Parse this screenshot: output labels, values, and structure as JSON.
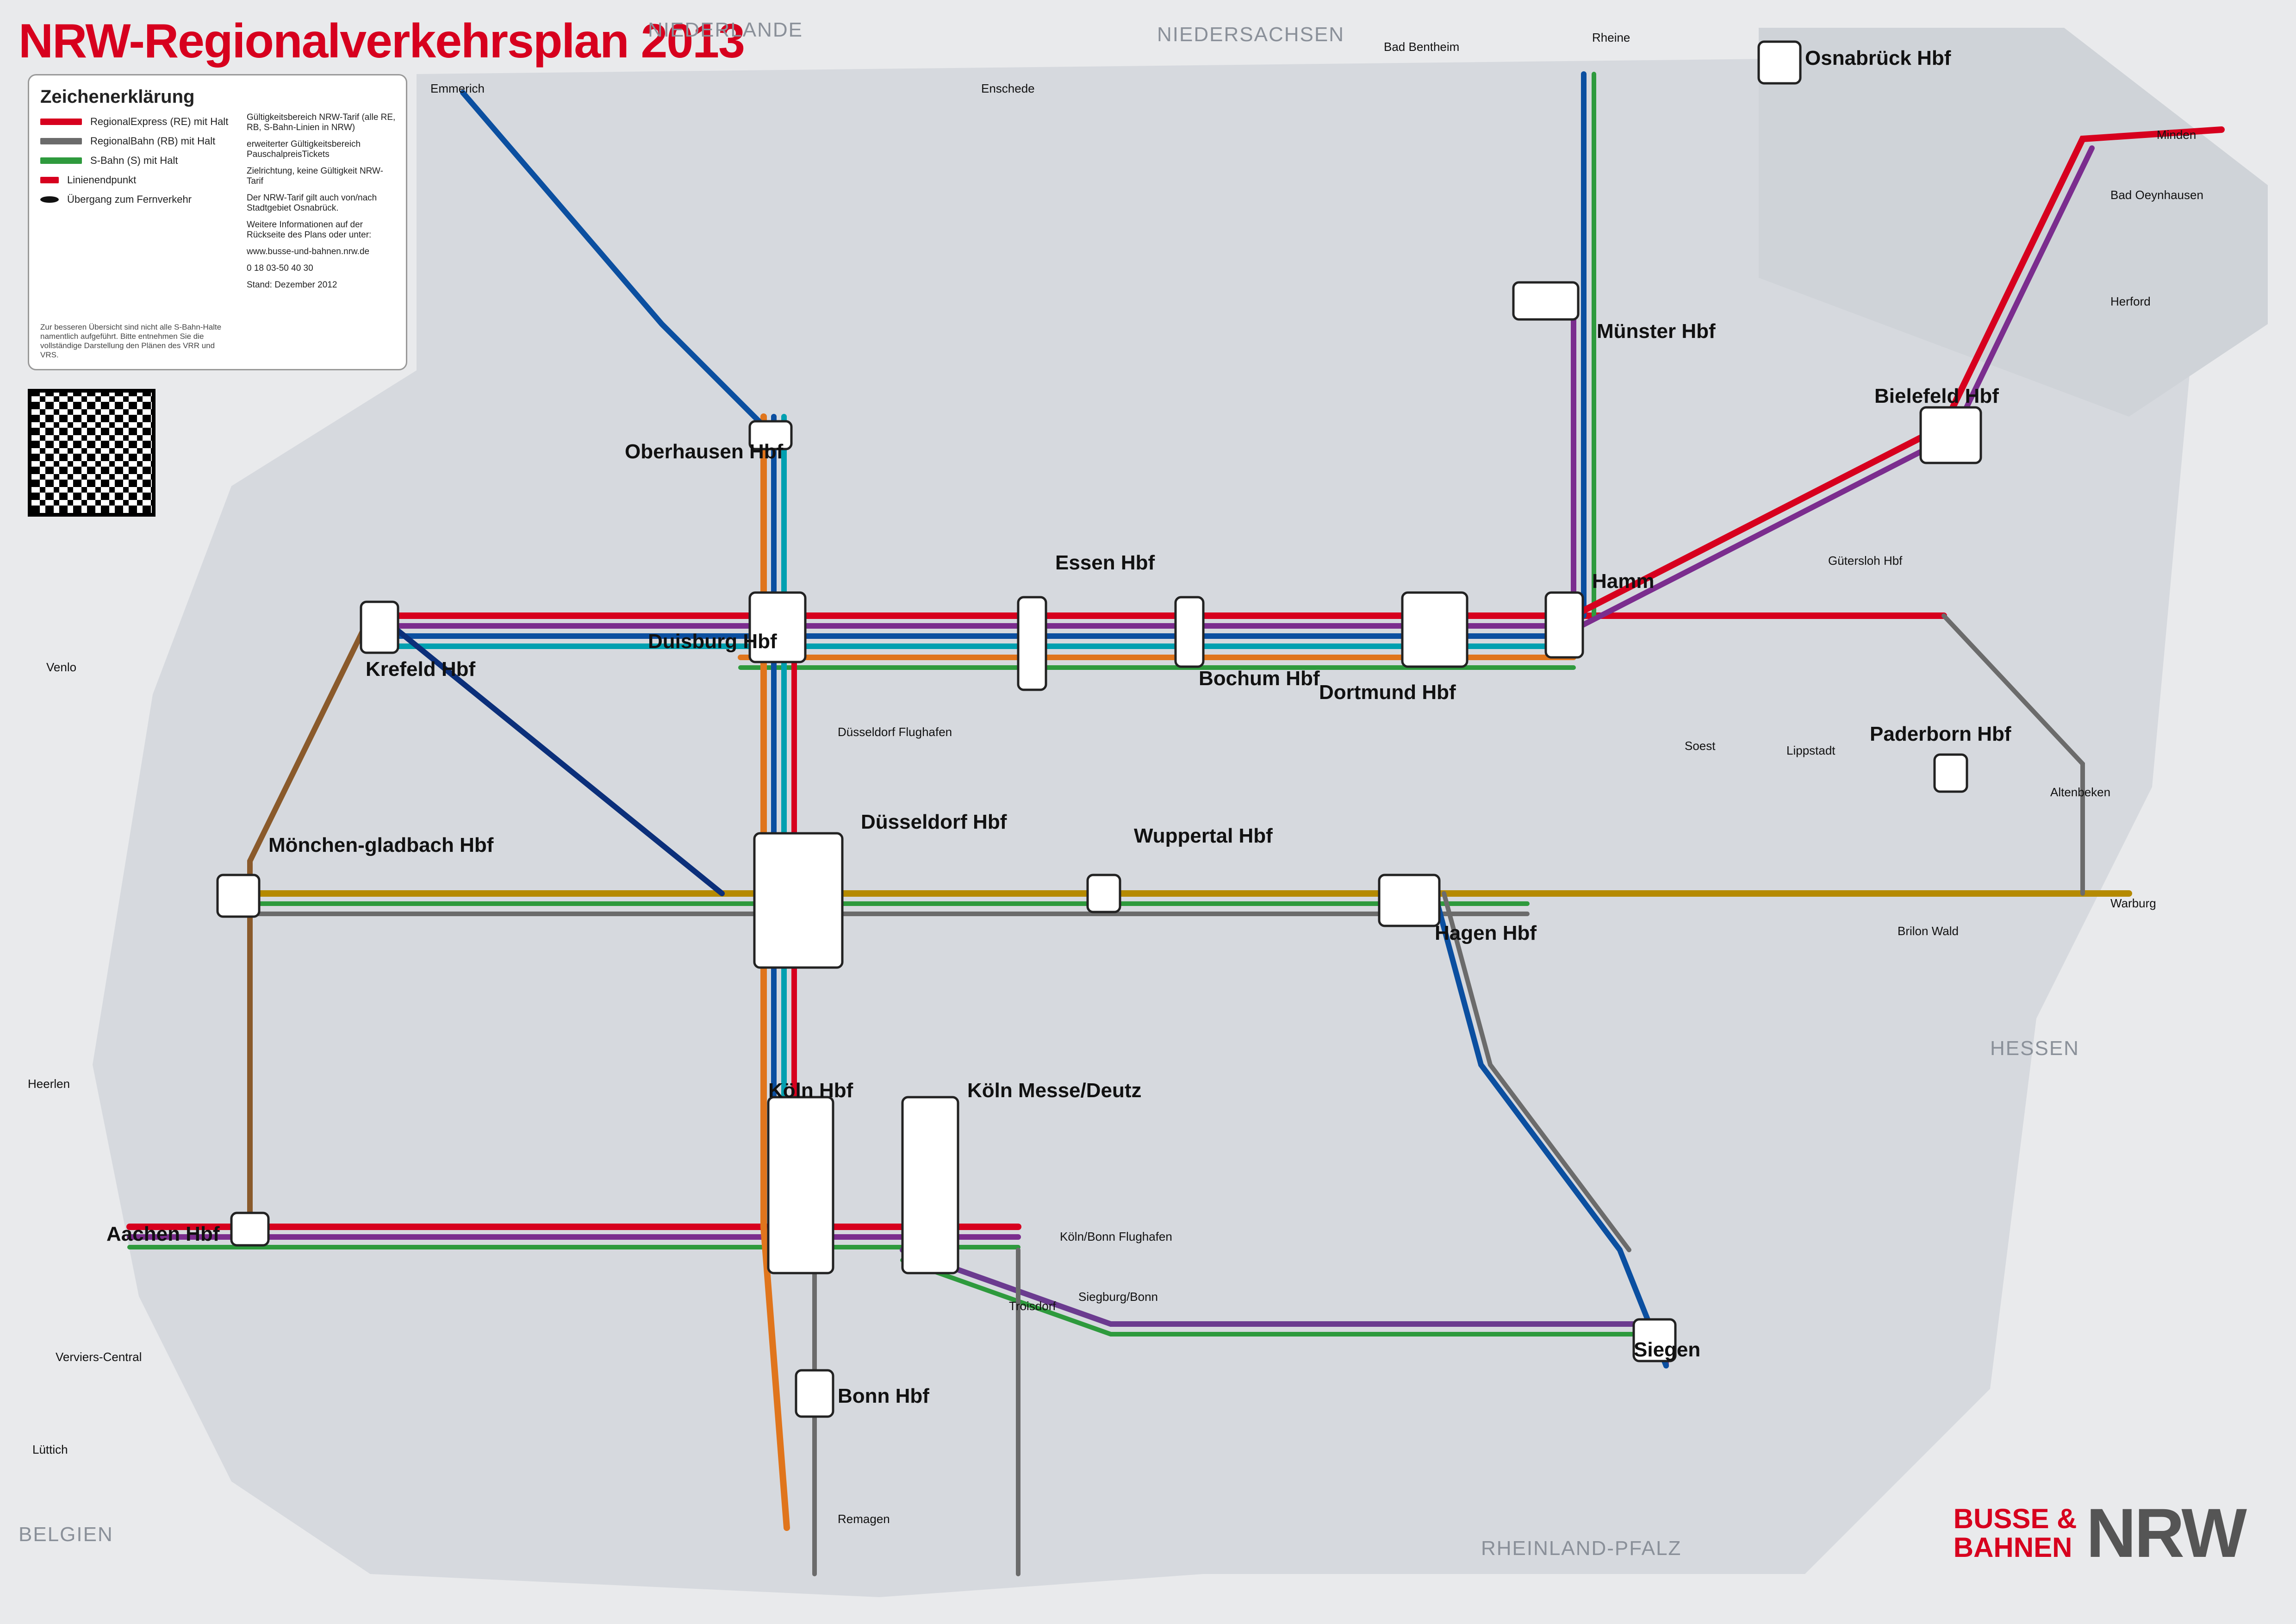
{
  "title": "NRW-Regionalverkehrsplan 2013",
  "legend": {
    "heading": "Zeichenerklärung",
    "items": [
      {
        "label": "RegionalExpress (RE) mit Halt",
        "color": "#d7001e"
      },
      {
        "label": "RegionalBahn (RB) mit Halt",
        "color": "#6b6b6b"
      },
      {
        "label": "S-Bahn (S) mit Halt",
        "color": "#2e9a3d"
      },
      {
        "label": "Linienendpunkt",
        "color": "#d7001e"
      },
      {
        "label": "Übergang zum Fernverkehr",
        "color": "#111111"
      }
    ],
    "right": [
      "Gültigkeitsbereich NRW-Tarif (alle RE, RB, S-Bahn-Linien in NRW)",
      "erweiterter Gültigkeitsbereich PauschalpreisTickets",
      "Zielrichtung, keine Gültigkeit NRW-Tarif",
      "Der NRW-Tarif gilt auch von/nach Stadtgebiet Osnabrück.",
      "Weitere Informationen auf der Rückseite des Plans oder unter:",
      "www.busse-und-bahnen.nrw.de",
      "0 18 03-50 40 30",
      "Stand: Dezember 2012"
    ],
    "note": "Zur besseren Übersicht sind nicht alle S-Bahn-Halte namentlich aufgeführt. Bitte entnehmen Sie die vollständige Darstellung den Plänen des VRR und VRS."
  },
  "regions": [
    "NIEDERLANDE",
    "NIEDERSACHSEN",
    "HESSEN",
    "RHEINLAND-PFALZ",
    "BELGIEN"
  ],
  "logo": {
    "small1": "BUSSE &",
    "small2": "BAHNEN",
    "big": "NRW"
  },
  "hubs": [
    {
      "name": "Münster Hbf"
    },
    {
      "name": "Bielefeld Hbf"
    },
    {
      "name": "Osnabrück Hbf"
    },
    {
      "name": "Duisburg Hbf"
    },
    {
      "name": "Oberhausen Hbf"
    },
    {
      "name": "Essen Hbf"
    },
    {
      "name": "Bochum Hbf"
    },
    {
      "name": "Dortmund Hbf"
    },
    {
      "name": "Hamm"
    },
    {
      "name": "Krefeld Hbf"
    },
    {
      "name": "Düsseldorf Hbf"
    },
    {
      "name": "Mönchen-gladbach Hbf"
    },
    {
      "name": "Wuppertal Hbf"
    },
    {
      "name": "Hagen Hbf"
    },
    {
      "name": "Köln Hbf"
    },
    {
      "name": "Köln Messe/Deutz"
    },
    {
      "name": "Aachen Hbf"
    },
    {
      "name": "Bonn Hbf"
    },
    {
      "name": "Siegen"
    },
    {
      "name": "Paderborn Hbf"
    },
    {
      "name": "Herford"
    },
    {
      "name": "Gütersloh Hbf"
    },
    {
      "name": "Soest"
    },
    {
      "name": "Lippstadt"
    },
    {
      "name": "Altenbeken"
    },
    {
      "name": "Warburg"
    },
    {
      "name": "Minden"
    },
    {
      "name": "Rheine"
    },
    {
      "name": "Emmerich"
    },
    {
      "name": "Venlo"
    },
    {
      "name": "Lüttich"
    },
    {
      "name": "Heerlen"
    },
    {
      "name": "Verviers-Central"
    },
    {
      "name": "Siegburg/Bonn"
    },
    {
      "name": "Köln/Bonn Flughafen"
    },
    {
      "name": "Düsseldorf Flughafen"
    },
    {
      "name": "Remagen"
    },
    {
      "name": "Troisdorf"
    },
    {
      "name": "Brilon Wald"
    },
    {
      "name": "Bad Oeynhausen"
    },
    {
      "name": "Bad Bentheim"
    },
    {
      "name": "Enschede"
    }
  ],
  "colors": {
    "re_red": "#d7001e",
    "rb_grey": "#6b6b6b",
    "sbahn_green": "#2e9a3d"
  }
}
